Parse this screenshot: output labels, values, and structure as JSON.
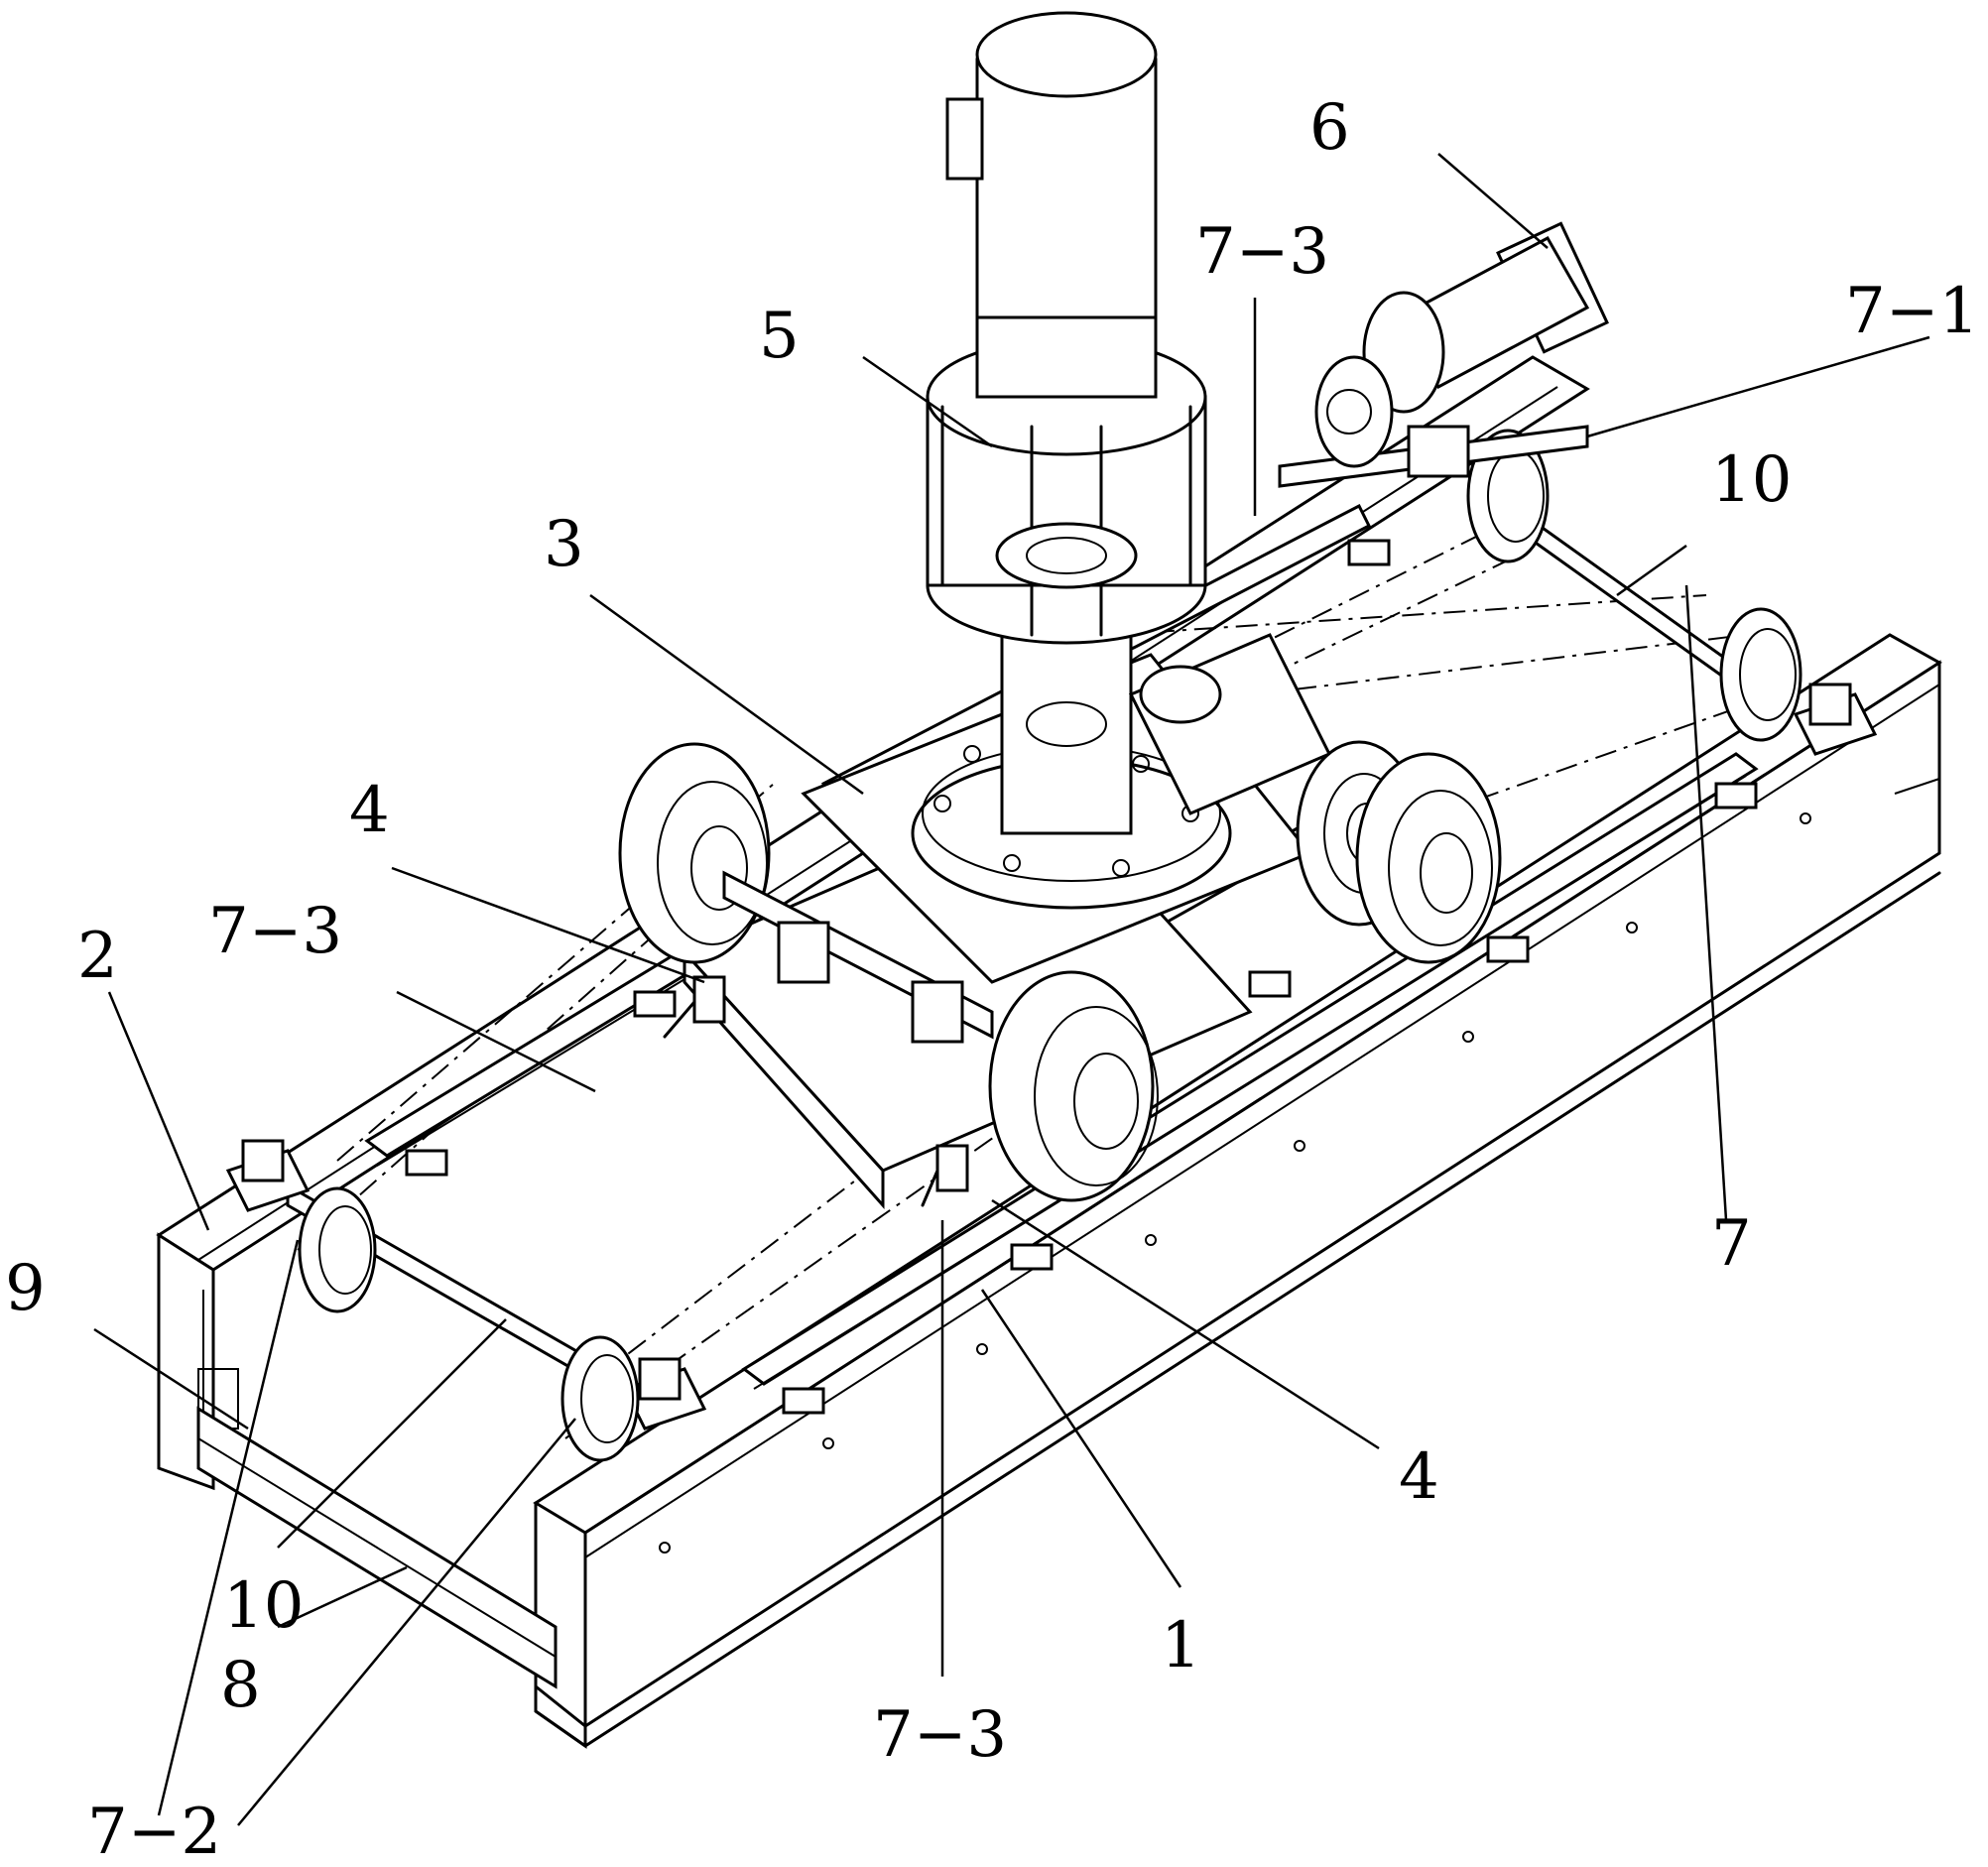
{
  "callouts": [
    {
      "id": "c-6",
      "text": "6"
    },
    {
      "id": "c-7-3-top",
      "text": "7−3"
    },
    {
      "id": "c-7-1",
      "text": "7−1"
    },
    {
      "id": "c-5",
      "text": "5"
    },
    {
      "id": "c-10-right",
      "text": "10"
    },
    {
      "id": "c-3",
      "text": "3"
    },
    {
      "id": "c-4-left",
      "text": "4"
    },
    {
      "id": "c-7-3-left",
      "text": "7−3"
    },
    {
      "id": "c-2",
      "text": "2"
    },
    {
      "id": "c-7",
      "text": "7"
    },
    {
      "id": "c-9",
      "text": "9"
    },
    {
      "id": "c-4-right",
      "text": "4"
    },
    {
      "id": "c-10-left",
      "text": "10"
    },
    {
      "id": "c-1",
      "text": "1"
    },
    {
      "id": "c-8",
      "text": "8"
    },
    {
      "id": "c-7-3-bottom",
      "text": "7−3"
    },
    {
      "id": "c-7-2",
      "text": "7−2"
    }
  ]
}
